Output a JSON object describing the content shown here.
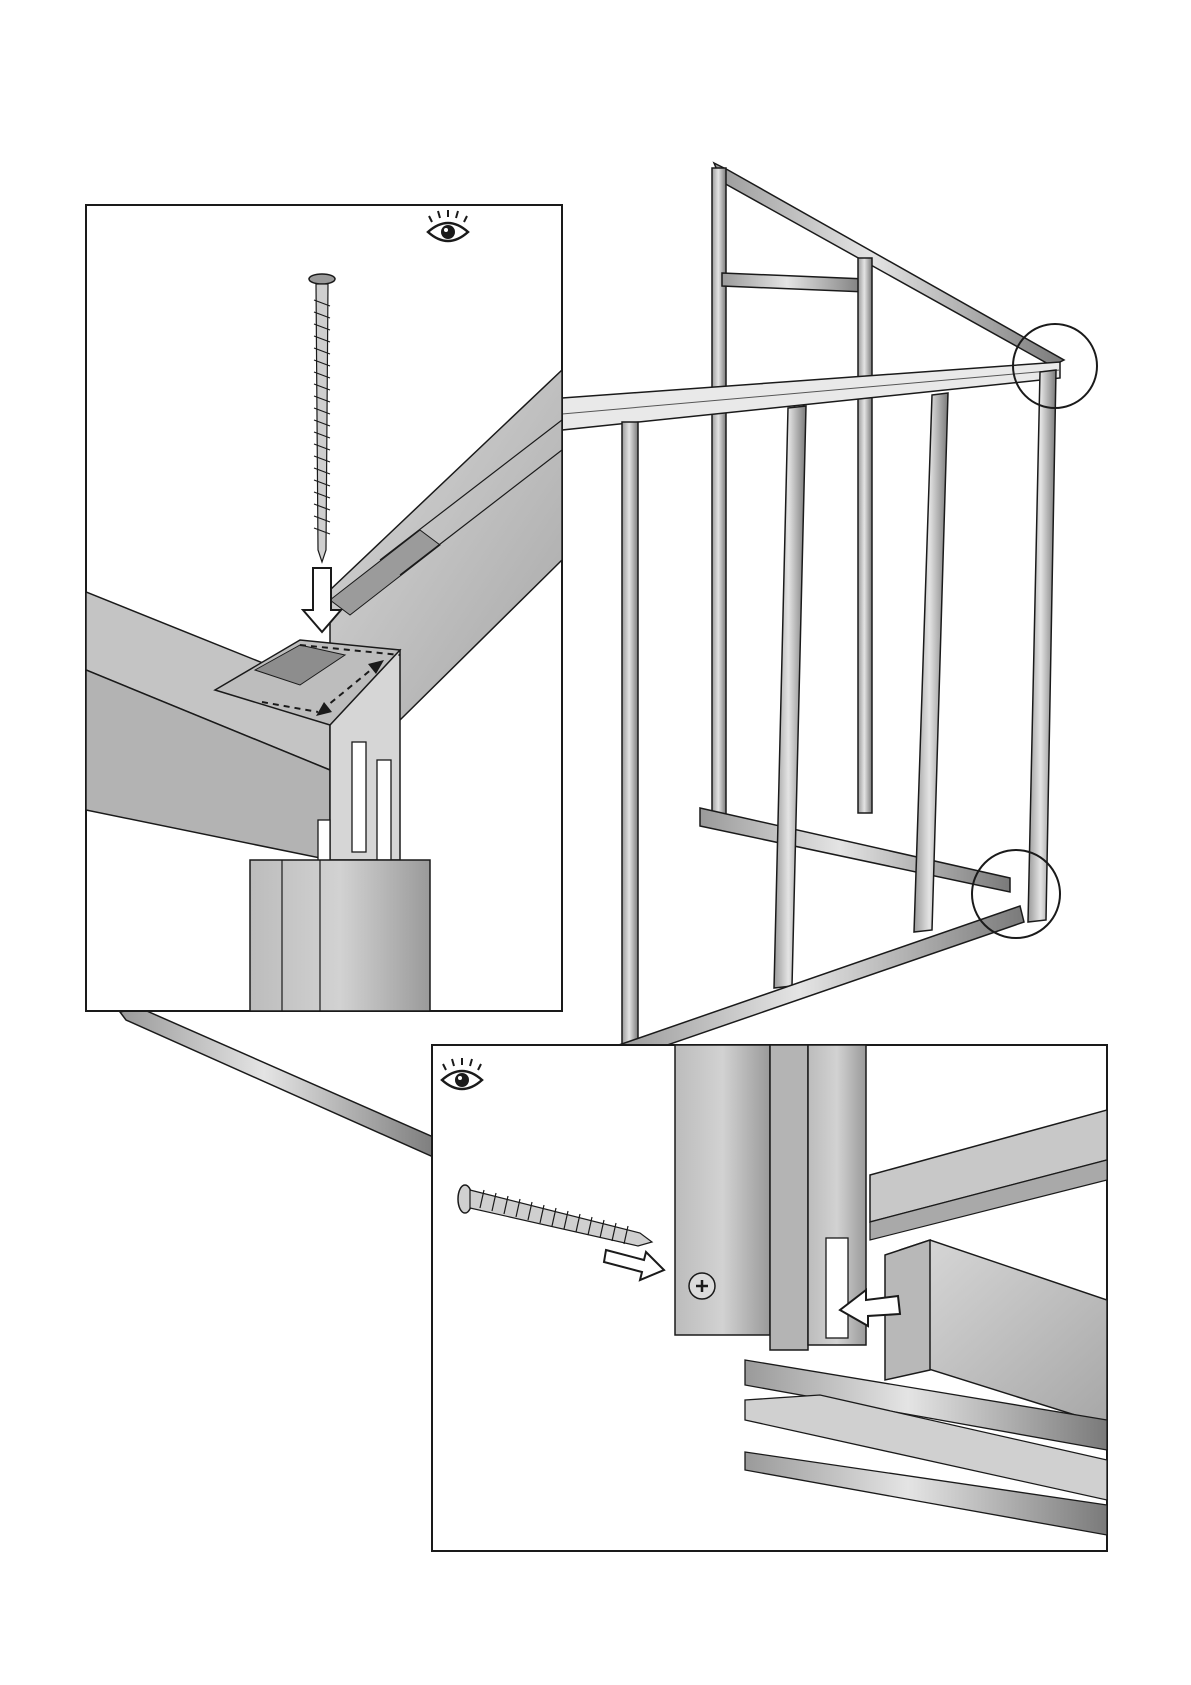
{
  "page": {
    "background": "#ffffff",
    "line_color": "#1a1a1a",
    "wood_light": "#c9c9c9",
    "wood_mid": "#a9a9a9",
    "wood_dark": "#7d7d7d",
    "metal_light": "#d8d8d8",
    "metal_dark": "#8e8e8e"
  },
  "icons": {
    "detail_top": "eye-icon",
    "detail_bottom": "eye-icon",
    "markers": [
      "circle-marker-top-right",
      "circle-marker-bottom-right"
    ],
    "arrows": [
      "down-arrow",
      "double-dashed-arrow",
      "right-arrow",
      "left-arrow"
    ]
  }
}
